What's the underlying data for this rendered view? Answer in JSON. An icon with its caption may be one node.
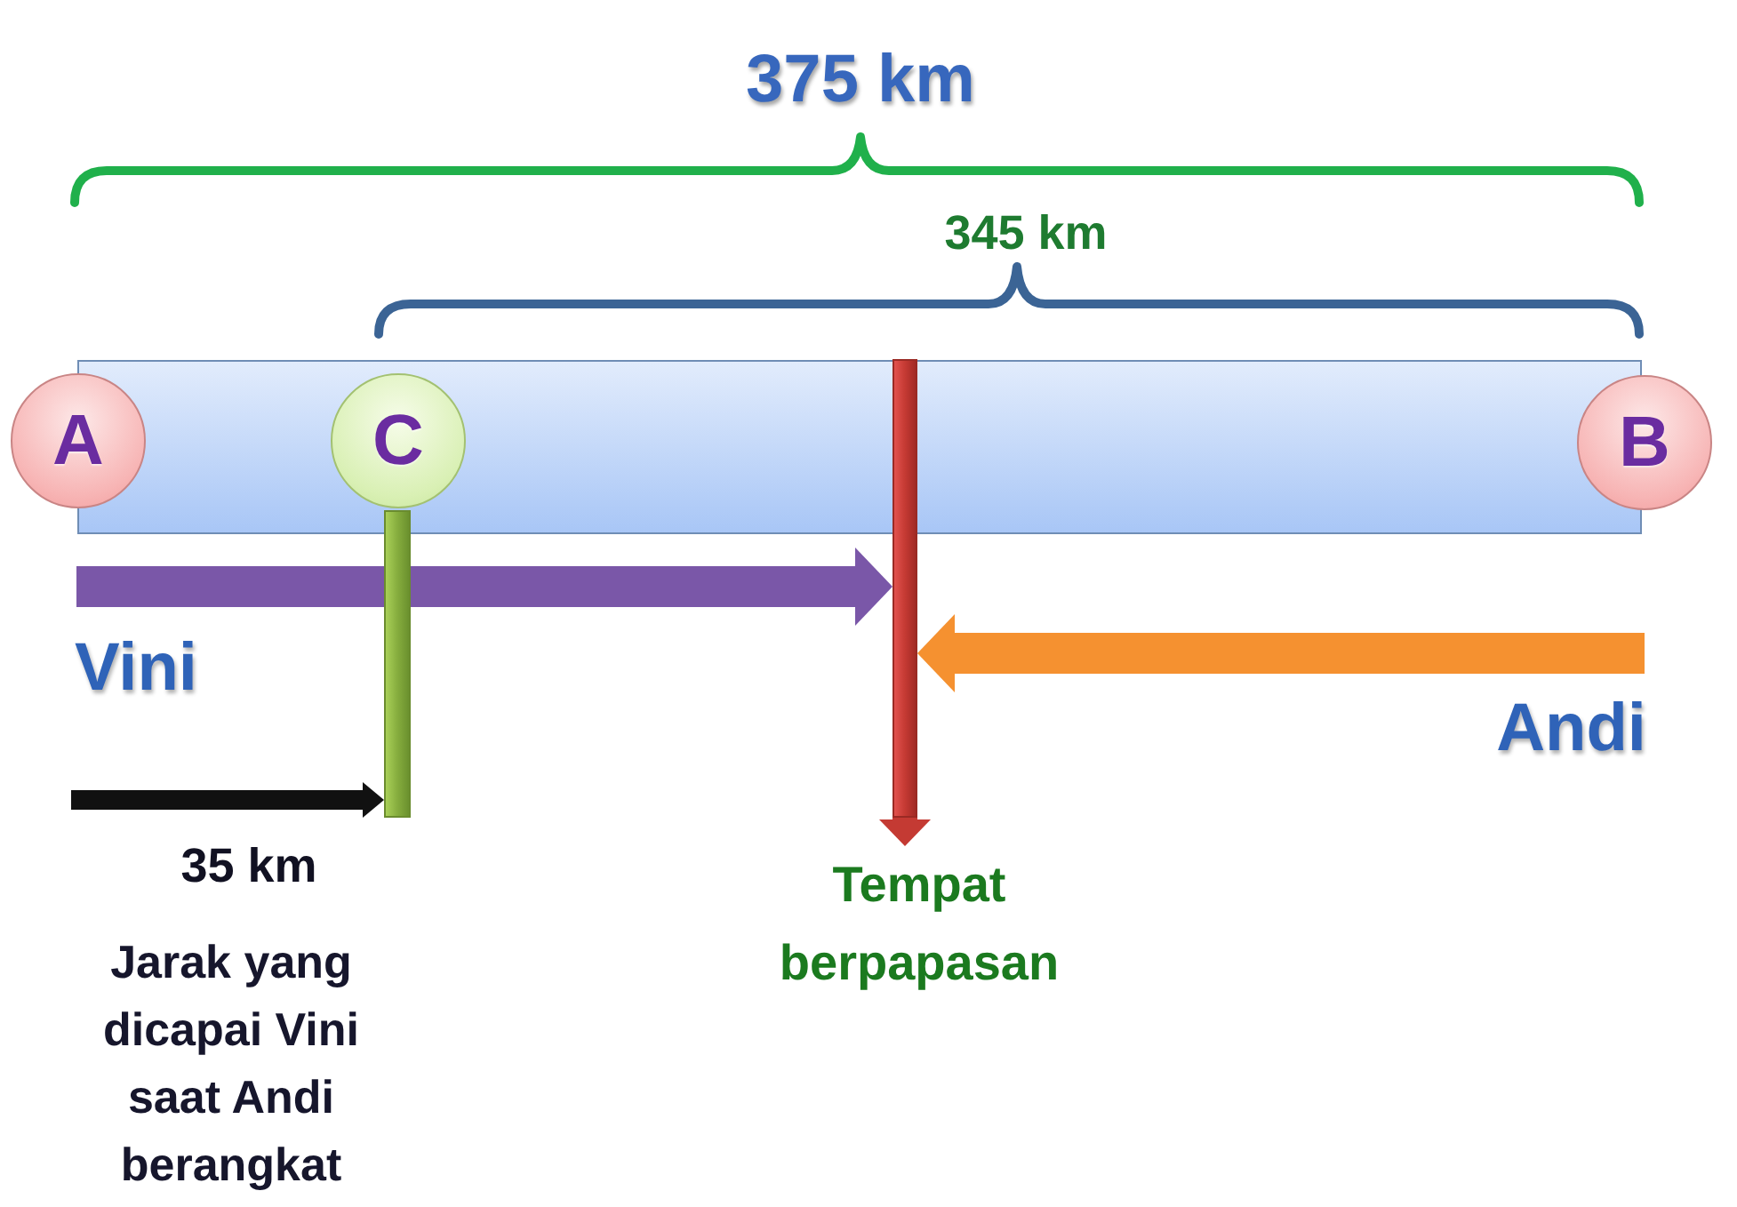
{
  "diagram": {
    "nodes": [
      {
        "text": [
          "A"
        ]
      },
      {
        "text": [
          "C"
        ]
      },
      {
        "text": [
          "B"
        ]
      },
      {
        "text": [],
        "shape": "bar"
      },
      {
        "text": [],
        "shape": "bar"
      },
      {
        "text": [
          "Tempat berpapasan"
        ]
      }
    ],
    "edges": [
      {
        "from": null,
        "to": 4,
        "arrow": "to",
        "color": "#7a57a8"
      },
      {
        "from": null,
        "to": 4,
        "arrow": "to",
        "color": "#f59130"
      },
      {
        "from": null,
        "to": 3,
        "arrow": "to",
        "color": "#111111"
      },
      {
        "from": 4,
        "to": 5,
        "arrow": "to",
        "color": "#c43a33"
      }
    ],
    "labels": [
      "375 km",
      "345 km",
      "Vini",
      "Andi",
      "35 km",
      "Jarak yang dicapai Vini saat Andi berangkat"
    ]
  }
}
